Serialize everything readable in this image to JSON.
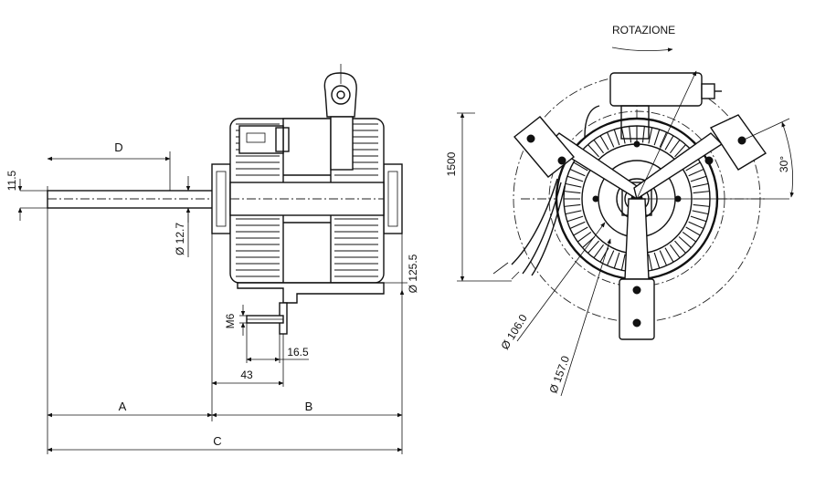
{
  "labels": {
    "rotation": "ROTAZIONE",
    "dim_11_5": "11.5",
    "dim_D": "D",
    "dim_12_7": "Ø 12.7",
    "dim_125_5": "Ø 125.5",
    "dim_M6": "M6",
    "dim_16_5": "16.5",
    "dim_43": "43",
    "dim_A": "A",
    "dim_B": "B",
    "dim_C": "C",
    "dim_1500": "1500",
    "dim_30deg": "30°",
    "dim_106": "Ø 106.0",
    "dim_157": "Ø 157.0"
  }
}
